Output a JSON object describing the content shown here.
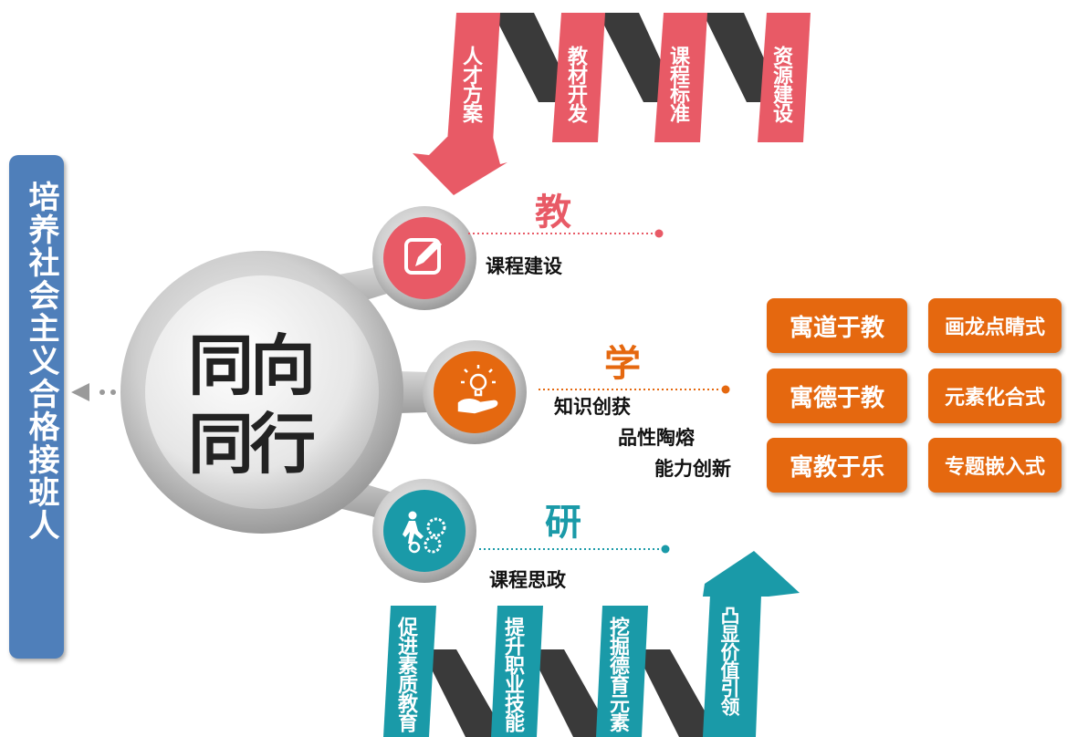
{
  "side_banner": "培养社会主义合格接班人",
  "hub": {
    "line1": "同向",
    "line2": "同行"
  },
  "teach": {
    "heading": "教",
    "label": "课程建设",
    "icon": "edit-icon",
    "color": "#e85a66"
  },
  "learn": {
    "heading": "学",
    "lines": [
      "知识创获",
      "品性陶熔",
      "能力创新"
    ],
    "icon": "lightbulb-hand-icon",
    "color": "#e5680f"
  },
  "research": {
    "heading": "研",
    "label": "课程思政",
    "icon": "person-gears-icon",
    "color": "#1a9aa8"
  },
  "top_steps": [
    "人才方案",
    "教材开发",
    "课程标准",
    "资源建设"
  ],
  "bottom_steps": [
    "促进素质教育",
    "提升职业技能",
    "挖掘德育元素",
    "凸显价值引领"
  ],
  "approaches": {
    "left": [
      "寓道于教",
      "寓德于教",
      "寓教于乐"
    ],
    "right": [
      "画龙点睛式",
      "元素化合式",
      "专题嵌入式"
    ]
  }
}
